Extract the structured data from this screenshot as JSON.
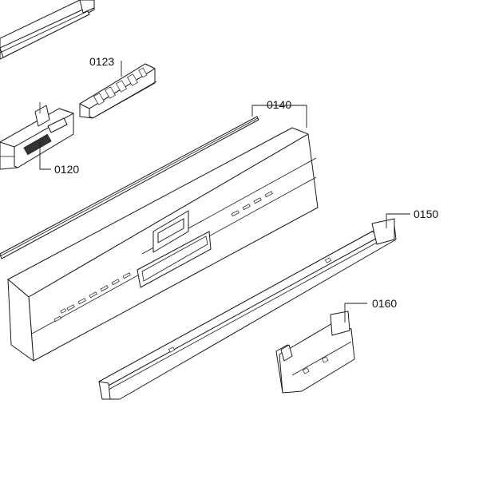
{
  "labels": {
    "part_0120": "0120",
    "part_0123": "0123",
    "part_0140": "0140",
    "part_0150": "0150",
    "part_0160": "0160"
  }
}
